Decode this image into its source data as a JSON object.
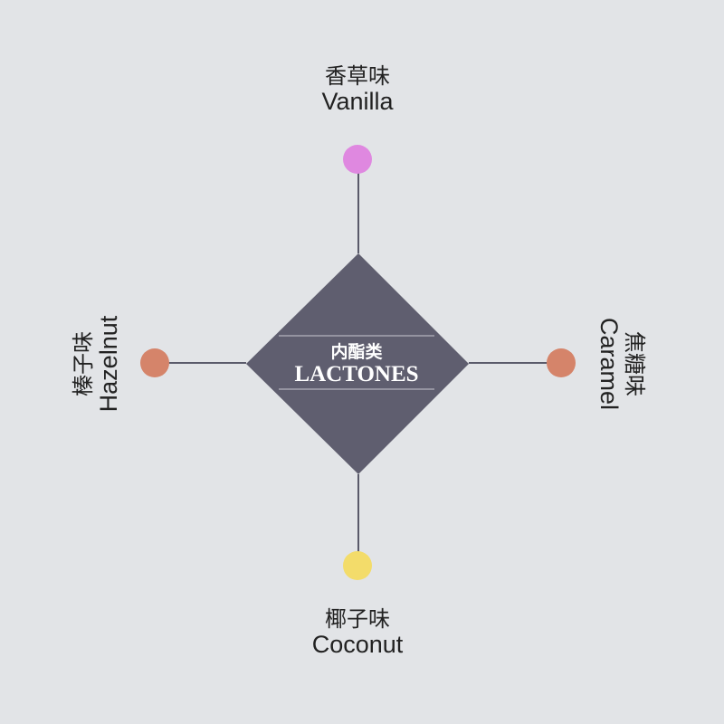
{
  "center": {
    "zh": "内酯类",
    "en": "LACTONES",
    "color": "#5f5e6f"
  },
  "nodes": {
    "top": {
      "zh": "香草味",
      "en": "Vanilla",
      "color": "#df88e0"
    },
    "right": {
      "zh": "焦糖味",
      "en": "Caramel",
      "color": "#d5846a"
    },
    "bottom": {
      "zh": "椰子味",
      "en": "Coconut",
      "color": "#f3dc6a"
    },
    "left": {
      "zh": "榛子味",
      "en": "Hazelnut",
      "color": "#d5846a"
    }
  }
}
